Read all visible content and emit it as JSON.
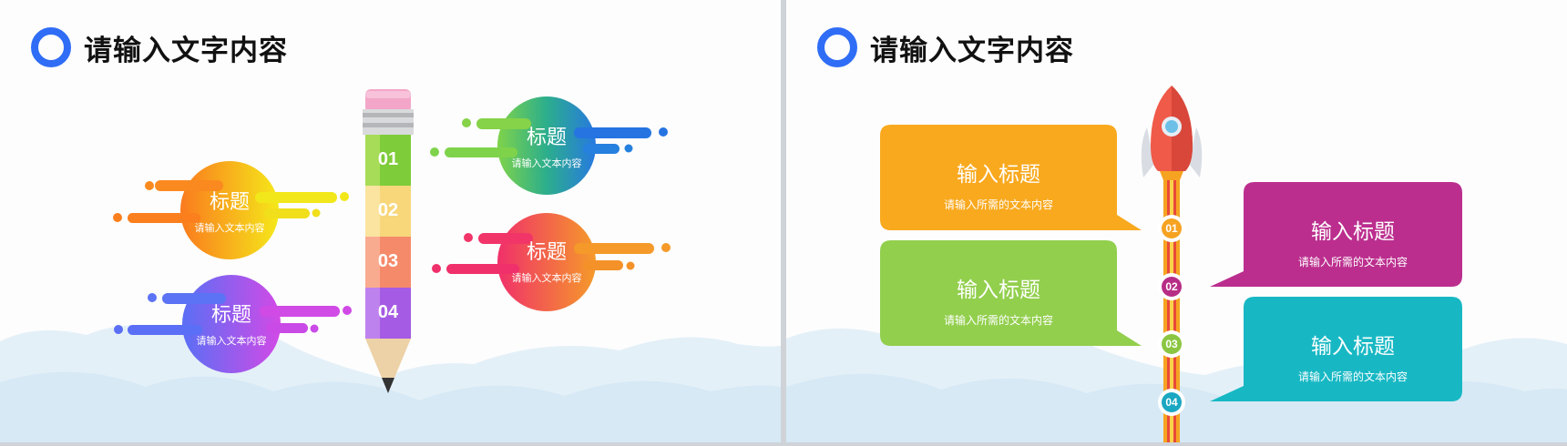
{
  "left_slide": {
    "header": {
      "title": "请输入文字内容"
    },
    "pencil_segments": [
      {
        "label": "01",
        "color": "#7fcc3a"
      },
      {
        "label": "02",
        "color": "#f7d77a"
      },
      {
        "label": "03",
        "color": "#f58a6a"
      },
      {
        "label": "04",
        "color": "#a55be3"
      }
    ],
    "bubbles": [
      {
        "title": "标题",
        "subtitle": "请输入文本内容"
      },
      {
        "title": "标题",
        "subtitle": "请输入文本内容"
      },
      {
        "title": "标题",
        "subtitle": "请输入文本内容"
      },
      {
        "title": "标题",
        "subtitle": "请输入文本内容"
      }
    ]
  },
  "right_slide": {
    "header": {
      "title": "请输入文字内容"
    },
    "boxes": [
      {
        "title": "输入标题",
        "subtitle": "请输入所需的文本内容",
        "color": "#f9a91e"
      },
      {
        "title": "输入标题",
        "subtitle": "请输入所需的文本内容",
        "color": "#92cf4d"
      },
      {
        "title": "输入标题",
        "subtitle": "请输入所需的文本内容",
        "color": "#bb2e8e"
      },
      {
        "title": "输入标题",
        "subtitle": "请输入所需的文本内容",
        "color": "#17b8c4"
      }
    ],
    "nodes": [
      {
        "label": "01",
        "color": "#f6a321"
      },
      {
        "label": "02",
        "color": "#b72d86"
      },
      {
        "label": "03",
        "color": "#8bc642"
      },
      {
        "label": "04",
        "color": "#1aa7c2"
      }
    ]
  }
}
